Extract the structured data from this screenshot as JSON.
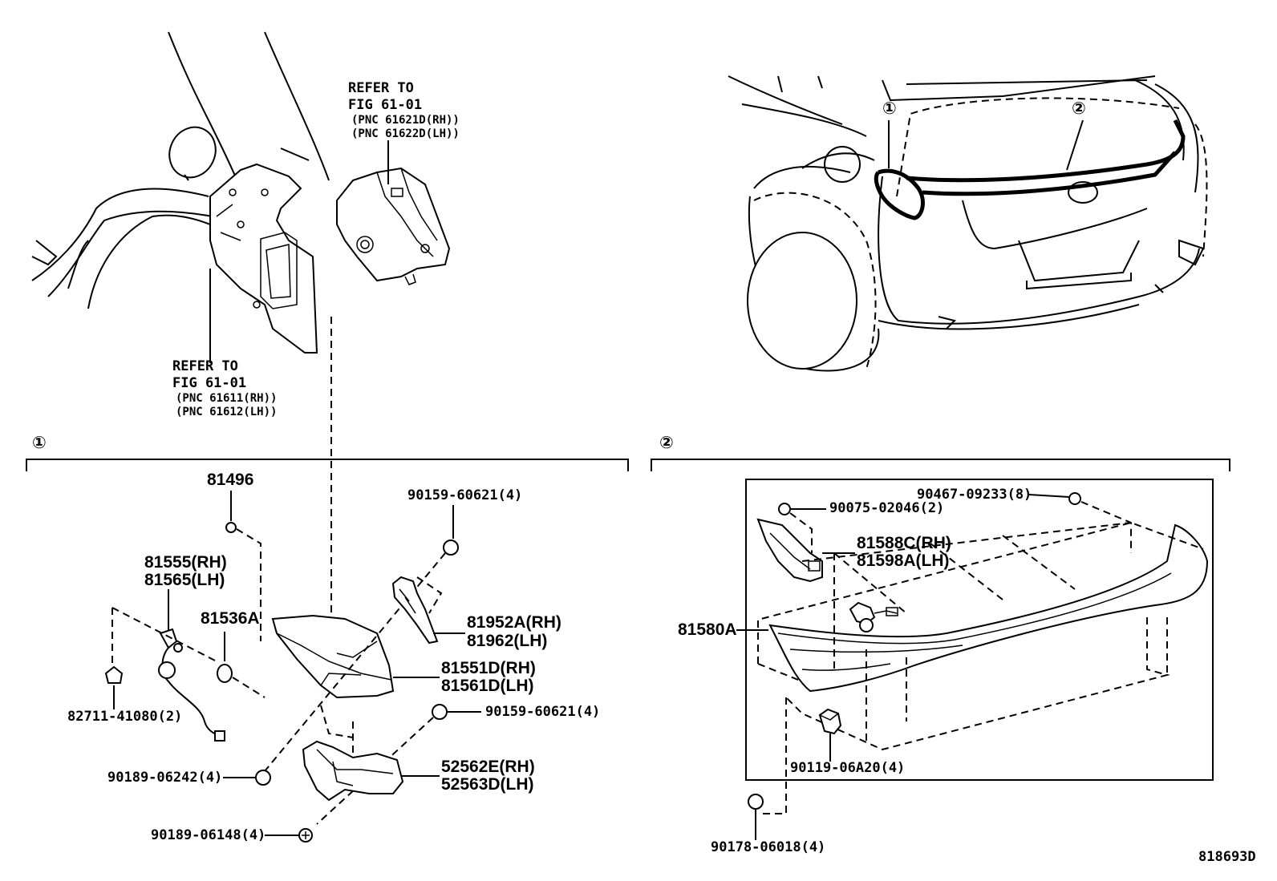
{
  "refs": {
    "upper_right": [
      "REFER TO",
      "FIG 61-01",
      "(PNC 61621D(RH))",
      "(PNC 61622D(LH))"
    ],
    "lower_left": [
      "REFER TO",
      "FIG 61-01",
      "(PNC 61611(RH))",
      "(PNC 61612(LH))"
    ]
  },
  "markers": {
    "one": "①",
    "two": "②"
  },
  "section1": {
    "p81496": "81496",
    "p81555": "81555(RH)",
    "p81565": "81565(LH)",
    "p81536A": "81536A",
    "p82711": "82711-41080(2)",
    "p90159a": "90159-60621(4)",
    "p81952A": "81952A(RH)",
    "p81962": "81962(LH)",
    "p81551D": "81551D(RH)",
    "p81561D": "81561D(LH)",
    "p90159b": "90159-60621(4)",
    "p90189a": "90189-06242(4)",
    "p52562E": "52562E(RH)",
    "p52563D": "52563D(LH)",
    "p90189b": "90189-06148(4)"
  },
  "section2": {
    "p90467": "90467-09233(8)",
    "p90075": "90075-02046(2)",
    "p81588C": "81588C(RH)",
    "p81598A": "81598A(LH)",
    "p81580A": "81580A",
    "p90119": "90119-06A20(4)",
    "p90178": "90178-06018(4)"
  },
  "figure_id": "818693D"
}
